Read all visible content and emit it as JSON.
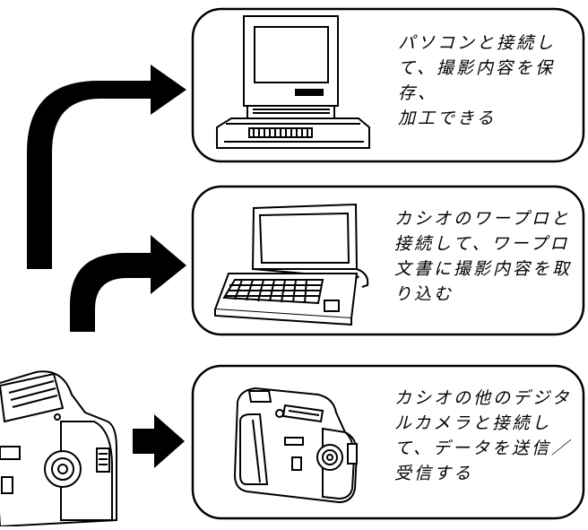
{
  "panels": [
    {
      "id": "pc",
      "text": "パソコンと接続し\nて、撮影内容を保存、\n加工できる"
    },
    {
      "id": "wordpro",
      "text": "カシオのワープロと\n接続して、ワープロ\n文書に撮影内容を取\nり込む"
    },
    {
      "id": "camera",
      "text": "カシオの他のデジタ\nルカメラと接続し\nて、データを送信／\n受信する"
    }
  ],
  "icons": [
    "desktop-computer-icon",
    "laptop-word-processor-icon",
    "digital-camera-icon",
    "source-camera-icon",
    "curved-arrow-icon",
    "straight-arrow-icon"
  ]
}
